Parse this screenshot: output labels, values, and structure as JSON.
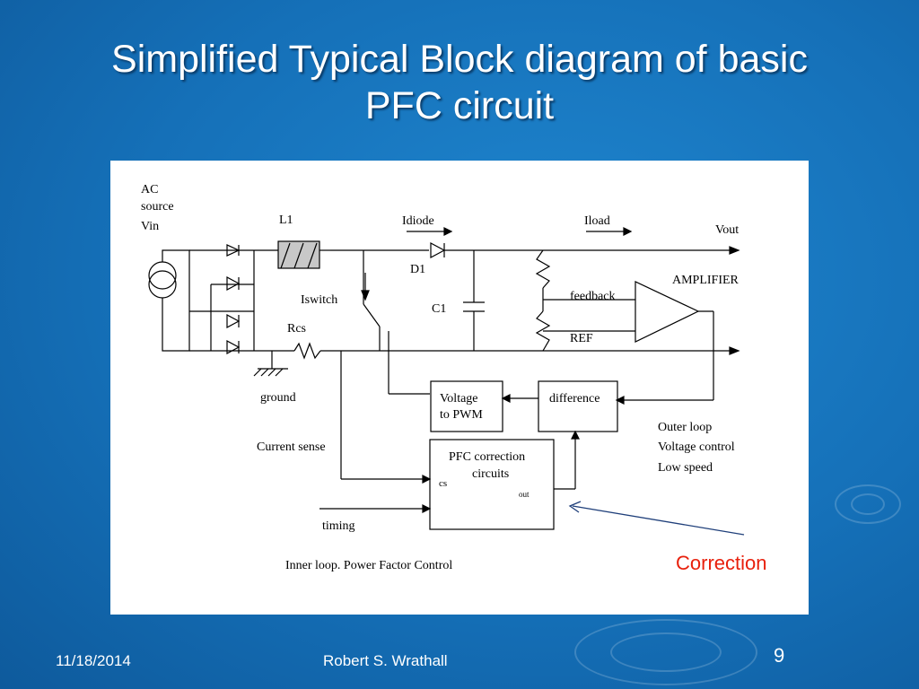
{
  "slide": {
    "title_line1": "Simplified Typical Block diagram of basic",
    "title_line2": "PFC circuit",
    "correction": "Correction",
    "footer_date": "11/18/2014",
    "footer_author": "Robert S. Wrathall",
    "page_number": "9"
  },
  "diagram": {
    "ac_source": "AC",
    "ac_source2": "source",
    "vin": "Vin",
    "l1": "L1",
    "idiode": "Idiode",
    "iload": "Iload",
    "vout": "Vout",
    "d1": "D1",
    "amplifier": "AMPLIFIER",
    "iswitch": "Iswitch",
    "c1": "C1",
    "feedback": "feedback",
    "rcs": "Rcs",
    "ref": "REF",
    "ground": "ground",
    "voltage_to_pwm_1": "Voltage",
    "voltage_to_pwm_2": "to PWM",
    "difference": "difference",
    "outer_loop_1": "Outer loop",
    "outer_loop_2": "Voltage control",
    "outer_loop_3": "Low speed",
    "current_sense": "Current sense",
    "pfc_1": "PFC correction",
    "pfc_2": "circuits",
    "cs": "cs",
    "out": "out",
    "timing": "timing",
    "inner_loop": "Inner loop. Power Factor Control"
  },
  "colors": {
    "background": "#1570b8",
    "correction": "#e8200c",
    "arrow": "#1f3f7a"
  }
}
